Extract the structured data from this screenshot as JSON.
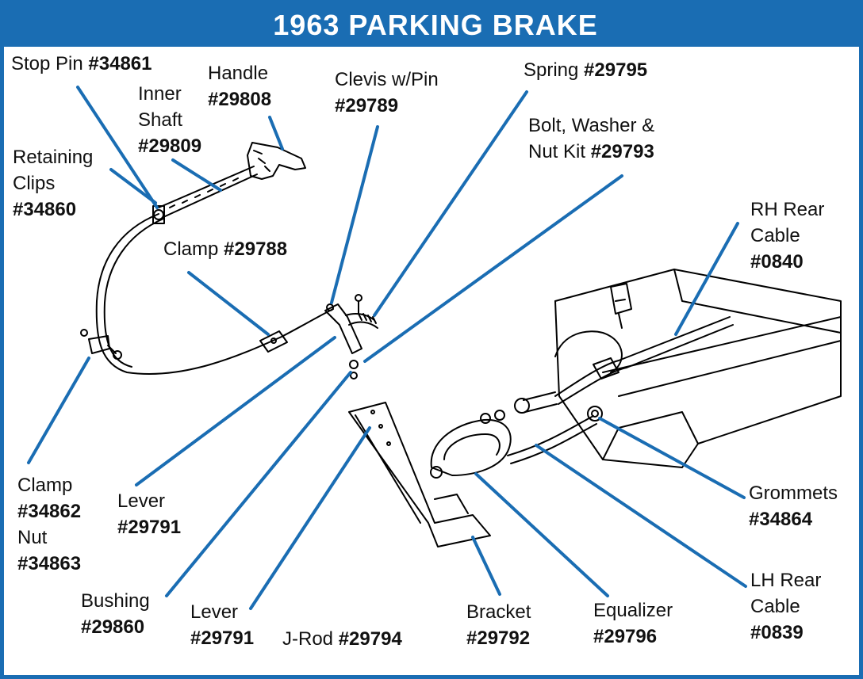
{
  "title": "1963 PARKING BRAKE",
  "colors": {
    "accent": "#1a6db3",
    "leader": "#1a6db3",
    "ink": "#111111"
  },
  "labels": {
    "stop_pin": {
      "name": "Stop Pin",
      "part": "#34861"
    },
    "inner_shaft": {
      "name1": "Inner",
      "name2": "Shaft",
      "part": "#29809"
    },
    "handle": {
      "name": "Handle",
      "part": "#29808"
    },
    "clevis": {
      "name": "Clevis w/Pin",
      "part": "#29789"
    },
    "spring": {
      "name": "Spring",
      "part": "#29795"
    },
    "bolt_kit": {
      "name1": "Bolt, Washer &",
      "name2": "Nut Kit",
      "part": "#29793"
    },
    "retaining_clips": {
      "name1": "Retaining",
      "name2": "Clips",
      "part": "#34860"
    },
    "clamp_29788": {
      "name": "Clamp",
      "part": "#29788"
    },
    "rh_rear_cable": {
      "name1": "RH Rear",
      "name2": "Cable",
      "part": "#0840"
    },
    "clamp_nut": {
      "name1": "Clamp",
      "part1": "#34862",
      "name2": "Nut",
      "part2": "#34863"
    },
    "lever_upper": {
      "name": "Lever",
      "part": "#29791"
    },
    "grommets": {
      "name": "Grommets",
      "part": "#34864"
    },
    "lh_rear_cable": {
      "name1": "LH Rear",
      "name2": "Cable",
      "part": "#0839"
    },
    "bushing": {
      "name": "Bushing",
      "part": "#29860"
    },
    "lever_lower": {
      "name": "Lever",
      "part": "#29791"
    },
    "j_rod": {
      "name": "J-Rod",
      "part": "#29794"
    },
    "bracket": {
      "name": "Bracket",
      "part": "#29792"
    },
    "equalizer": {
      "name": "Equalizer",
      "part": "#29796"
    }
  }
}
